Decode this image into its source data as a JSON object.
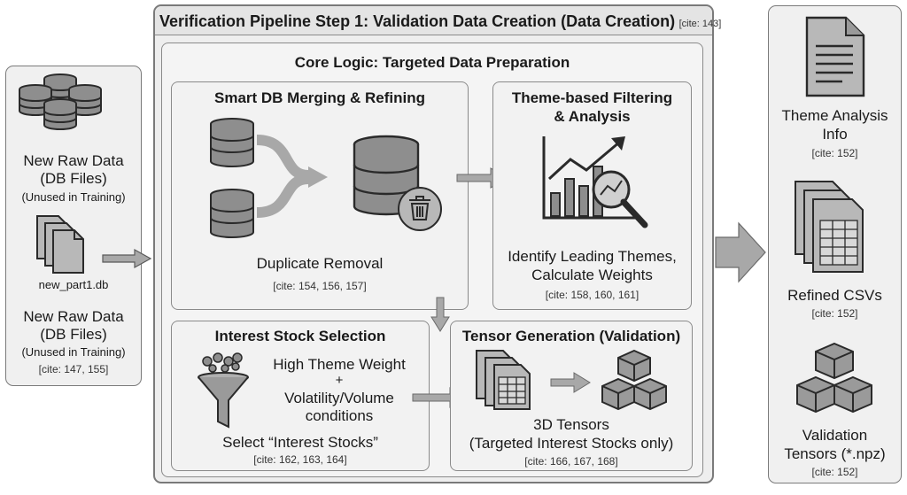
{
  "left": {
    "raw_line1": "New Raw Data",
    "raw_line2": "(DB Files)",
    "raw_line3": "(Unused in Training)",
    "file_label": "new_part1.db",
    "raw2_line1": "New Raw Data",
    "raw2_line2": "(DB Files)",
    "raw2_line3": "(Unused in Training)",
    "cite": "[cite: 147, 155]"
  },
  "main": {
    "title": "Verification Pipeline Step 1: Validation Data Creation (Data Creation)",
    "title_cite": "[cite: 143]",
    "core_title": "Core Logic: Targeted Data Preparation",
    "merge": {
      "title": "Smart DB Merging & Refining",
      "caption": "Duplicate Removal",
      "cite": "[cite: 154, 156, 157]"
    },
    "theme": {
      "title_line1": "Theme-based Filtering",
      "title_line2": "& Analysis",
      "caption_line1": "Identify Leading Themes,",
      "caption_line2": "Calculate Weights",
      "cite": "[cite: 158, 160, 161]"
    },
    "interest": {
      "title": "Interest Stock Selection",
      "cond1": "High Theme Weight",
      "plus": "+",
      "cond2": "Volatility/Volume",
      "cond3": "conditions",
      "caption": "Select “Interest Stocks”",
      "cite": "[cite: 162, 163, 164]"
    },
    "tensor": {
      "title": "Tensor Generation (Validation)",
      "caption_line1": "3D Tensors",
      "caption_line2": "(Targeted Interest Stocks only)",
      "cite": "[cite: 166, 167, 168]"
    }
  },
  "right": {
    "theme_info_line1": "Theme Analysis",
    "theme_info_line2": "Info",
    "theme_info_cite": "[cite: 152]",
    "csv_label": "Refined CSVs",
    "csv_cite": "[cite: 152]",
    "tensor_line1": "Validation",
    "tensor_line2": "Tensors (*.npz)",
    "tensor_cite": "[cite: 152]"
  }
}
